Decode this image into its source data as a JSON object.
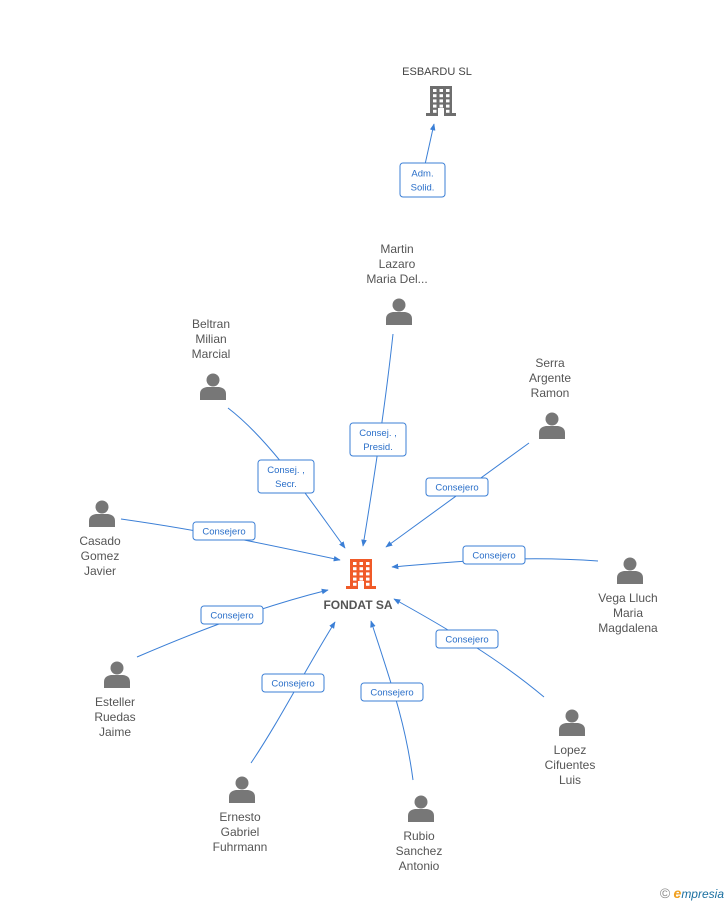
{
  "colors": {
    "edge": "#3b7fd6",
    "person": "#777777",
    "company": "#6e6e6e",
    "focus": "#f05a28"
  },
  "center": {
    "name": "FONDAT SA",
    "icon": "building-icon"
  },
  "companies": [
    {
      "id": "esbardu",
      "name": "ESBARDU SL",
      "icon": "building-icon"
    }
  ],
  "people": [
    {
      "id": "martin",
      "lines": [
        "Martin",
        "Lazaro",
        "Maria Del..."
      ]
    },
    {
      "id": "beltran",
      "lines": [
        "Beltran",
        "Milian",
        "Marcial"
      ]
    },
    {
      "id": "serra",
      "lines": [
        "Serra",
        "Argente",
        "Ramon"
      ]
    },
    {
      "id": "casado",
      "lines": [
        "Casado",
        "Gomez",
        "Javier"
      ]
    },
    {
      "id": "vega",
      "lines": [
        "Vega Lluch",
        "Maria",
        "Magdalena"
      ]
    },
    {
      "id": "esteller",
      "lines": [
        "Esteller",
        "Ruedas",
        "Jaime"
      ]
    },
    {
      "id": "lopez",
      "lines": [
        "Lopez",
        "Cifuentes",
        "Luis"
      ]
    },
    {
      "id": "ernesto",
      "lines": [
        "Ernesto",
        "Gabriel",
        "Fuhrmann"
      ]
    },
    {
      "id": "rubio",
      "lines": [
        "Rubio",
        "Sanchez",
        "Antonio"
      ]
    }
  ],
  "edges": [
    {
      "from": "martin",
      "to": "esbardu",
      "label": [
        "Adm.",
        "Solid."
      ]
    },
    {
      "from": "martin",
      "to": "center",
      "label": [
        "Consej. ,",
        "Presid."
      ]
    },
    {
      "from": "beltran",
      "to": "center",
      "label": [
        "Consej. ,",
        "Secr."
      ]
    },
    {
      "from": "serra",
      "to": "center",
      "label": [
        "Consejero"
      ]
    },
    {
      "from": "casado",
      "to": "center",
      "label": [
        "Consejero"
      ]
    },
    {
      "from": "vega",
      "to": "center",
      "label": [
        "Consejero"
      ]
    },
    {
      "from": "esteller",
      "to": "center",
      "label": [
        "Consejero"
      ]
    },
    {
      "from": "lopez",
      "to": "center",
      "label": [
        "Consejero"
      ]
    },
    {
      "from": "ernesto",
      "to": "center",
      "label": [
        "Consejero"
      ]
    },
    {
      "from": "rubio",
      "to": "center",
      "label": [
        "Consejero"
      ]
    }
  ],
  "brand": {
    "copyright": "©",
    "initial": "e",
    "rest": "mpresia"
  }
}
